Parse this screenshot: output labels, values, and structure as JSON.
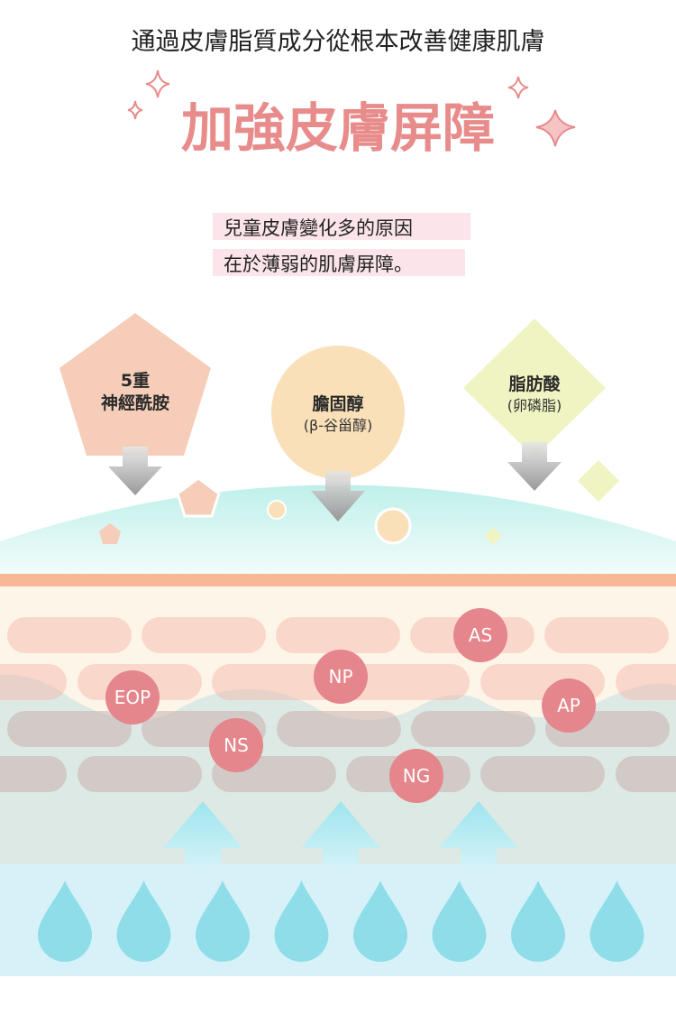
{
  "header": {
    "subtitle": "通過皮膚脂質成分從根本改善健康肌膚",
    "title": "加強皮膚屏障"
  },
  "intro": {
    "line1": "兒童皮膚變化多的原因",
    "line2": "在於薄弱的肌膚屏障。"
  },
  "ingredients": [
    {
      "line1": "5重",
      "line2": "神經酰胺"
    },
    {
      "line1": "膽固醇",
      "line2": "(β-谷甾醇)"
    },
    {
      "line1": "脂肪酸",
      "line2": "(卵磷脂)"
    }
  ],
  "ceramides": [
    "AS",
    "NP",
    "EOP",
    "AP",
    "NS",
    "NG"
  ],
  "colors": {
    "title": "#e88b8b",
    "highlight": "#fbe4ea",
    "pentagon": "#f5cdb8",
    "circle": "#f9e0b8",
    "diamond": "#f0f4c2",
    "bubble": "#e5858c",
    "drop": "#8fdde8"
  }
}
